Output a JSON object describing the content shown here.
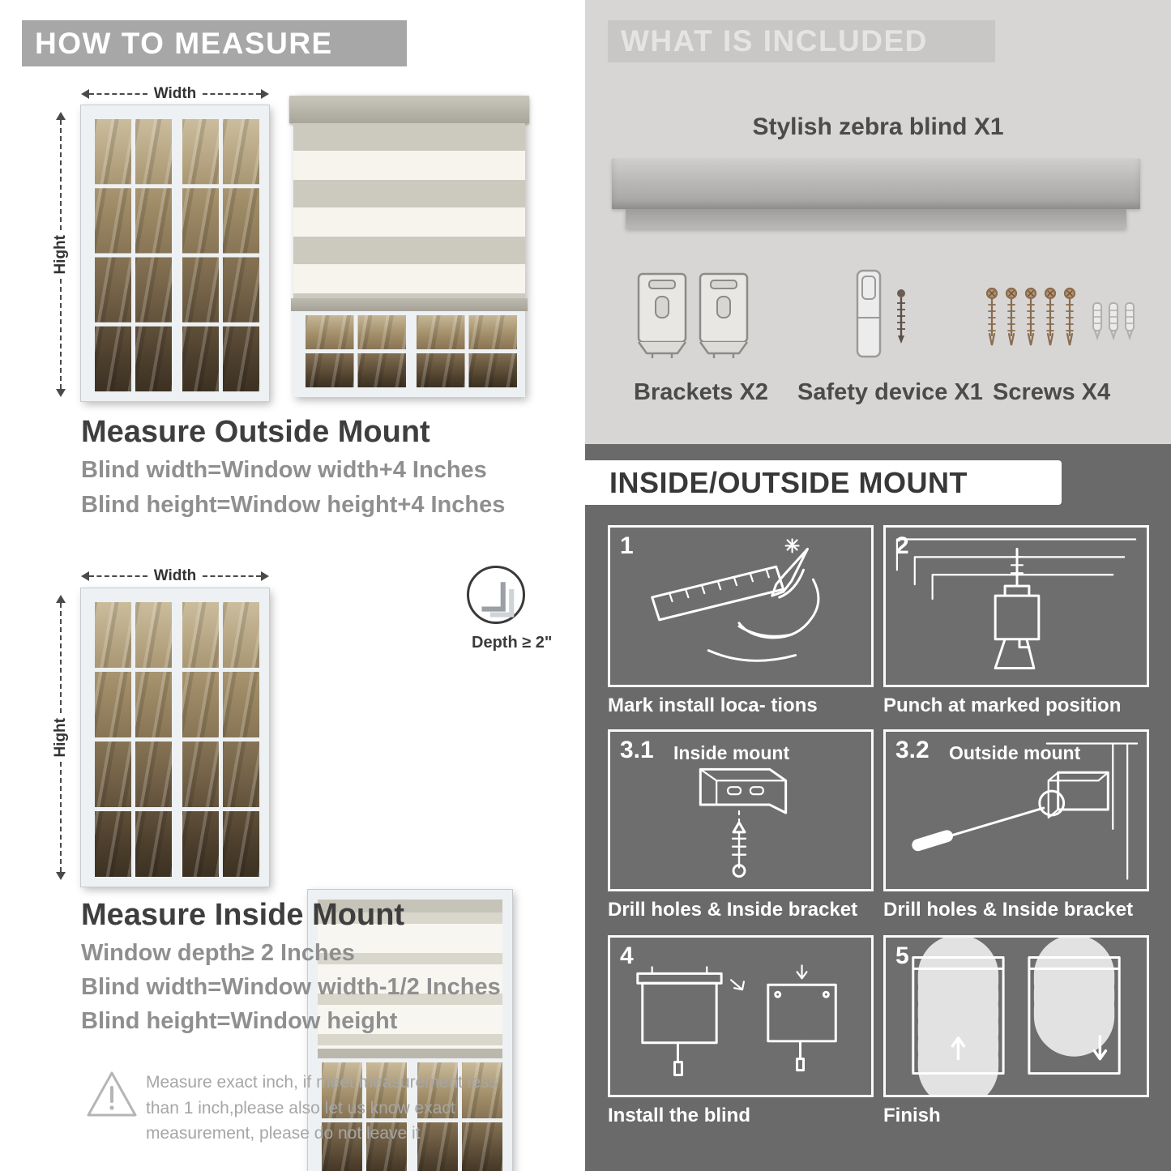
{
  "measure": {
    "header": "HOW TO MEASURE",
    "width_label": "Width",
    "height_label": "Hight",
    "outside": {
      "title": "Measure Outside Mount",
      "lines": [
        "Blind width=Window width+4 Inches",
        "Blind height=Window height+4 Inches"
      ]
    },
    "inside": {
      "title": "Measure Inside Mount",
      "depth_callout": "Depth ≥ 2\"",
      "lines": [
        "Window depth≥ 2 Inches",
        "Blind width=Window width-1/2 Inches",
        "Blind height=Window height"
      ]
    },
    "note": "Measure exact inch, if meet measurement less than 1 inch,please also let us know exact measurement, please do not leave it"
  },
  "included": {
    "header": "WHAT IS INCLUDED",
    "blind_label": "Stylish zebra blind X1",
    "items": [
      {
        "name": "brackets",
        "label": "Brackets X2"
      },
      {
        "name": "safety-device",
        "label": "Safety device X1"
      },
      {
        "name": "screws",
        "label": "Screws X4"
      }
    ]
  },
  "mount": {
    "header": "INSIDE/OUTSIDE MOUNT",
    "steps": [
      {
        "num": "1",
        "title": "",
        "caption": "Mark install loca- tions"
      },
      {
        "num": "2",
        "title": "",
        "caption": "Punch at marked position"
      },
      {
        "num": "3.1",
        "title": "Inside mount",
        "caption": "Drill holes & Inside bracket"
      },
      {
        "num": "3.2",
        "title": "Outside mount",
        "caption": "Drill holes & Inside bracket"
      },
      {
        "num": "4",
        "title": "",
        "caption": "Install the blind"
      },
      {
        "num": "5",
        "title": "",
        "caption": "Finish"
      }
    ]
  },
  "colors": {
    "left_header_bg": "#a7a7a7",
    "included_bg": "#d7d6d4",
    "included_bar_bg": "#c8c7c5",
    "dark_bg": "#6a6a6a",
    "heading_text": "#3e3e3e",
    "body_text": "#8f8f8f"
  }
}
